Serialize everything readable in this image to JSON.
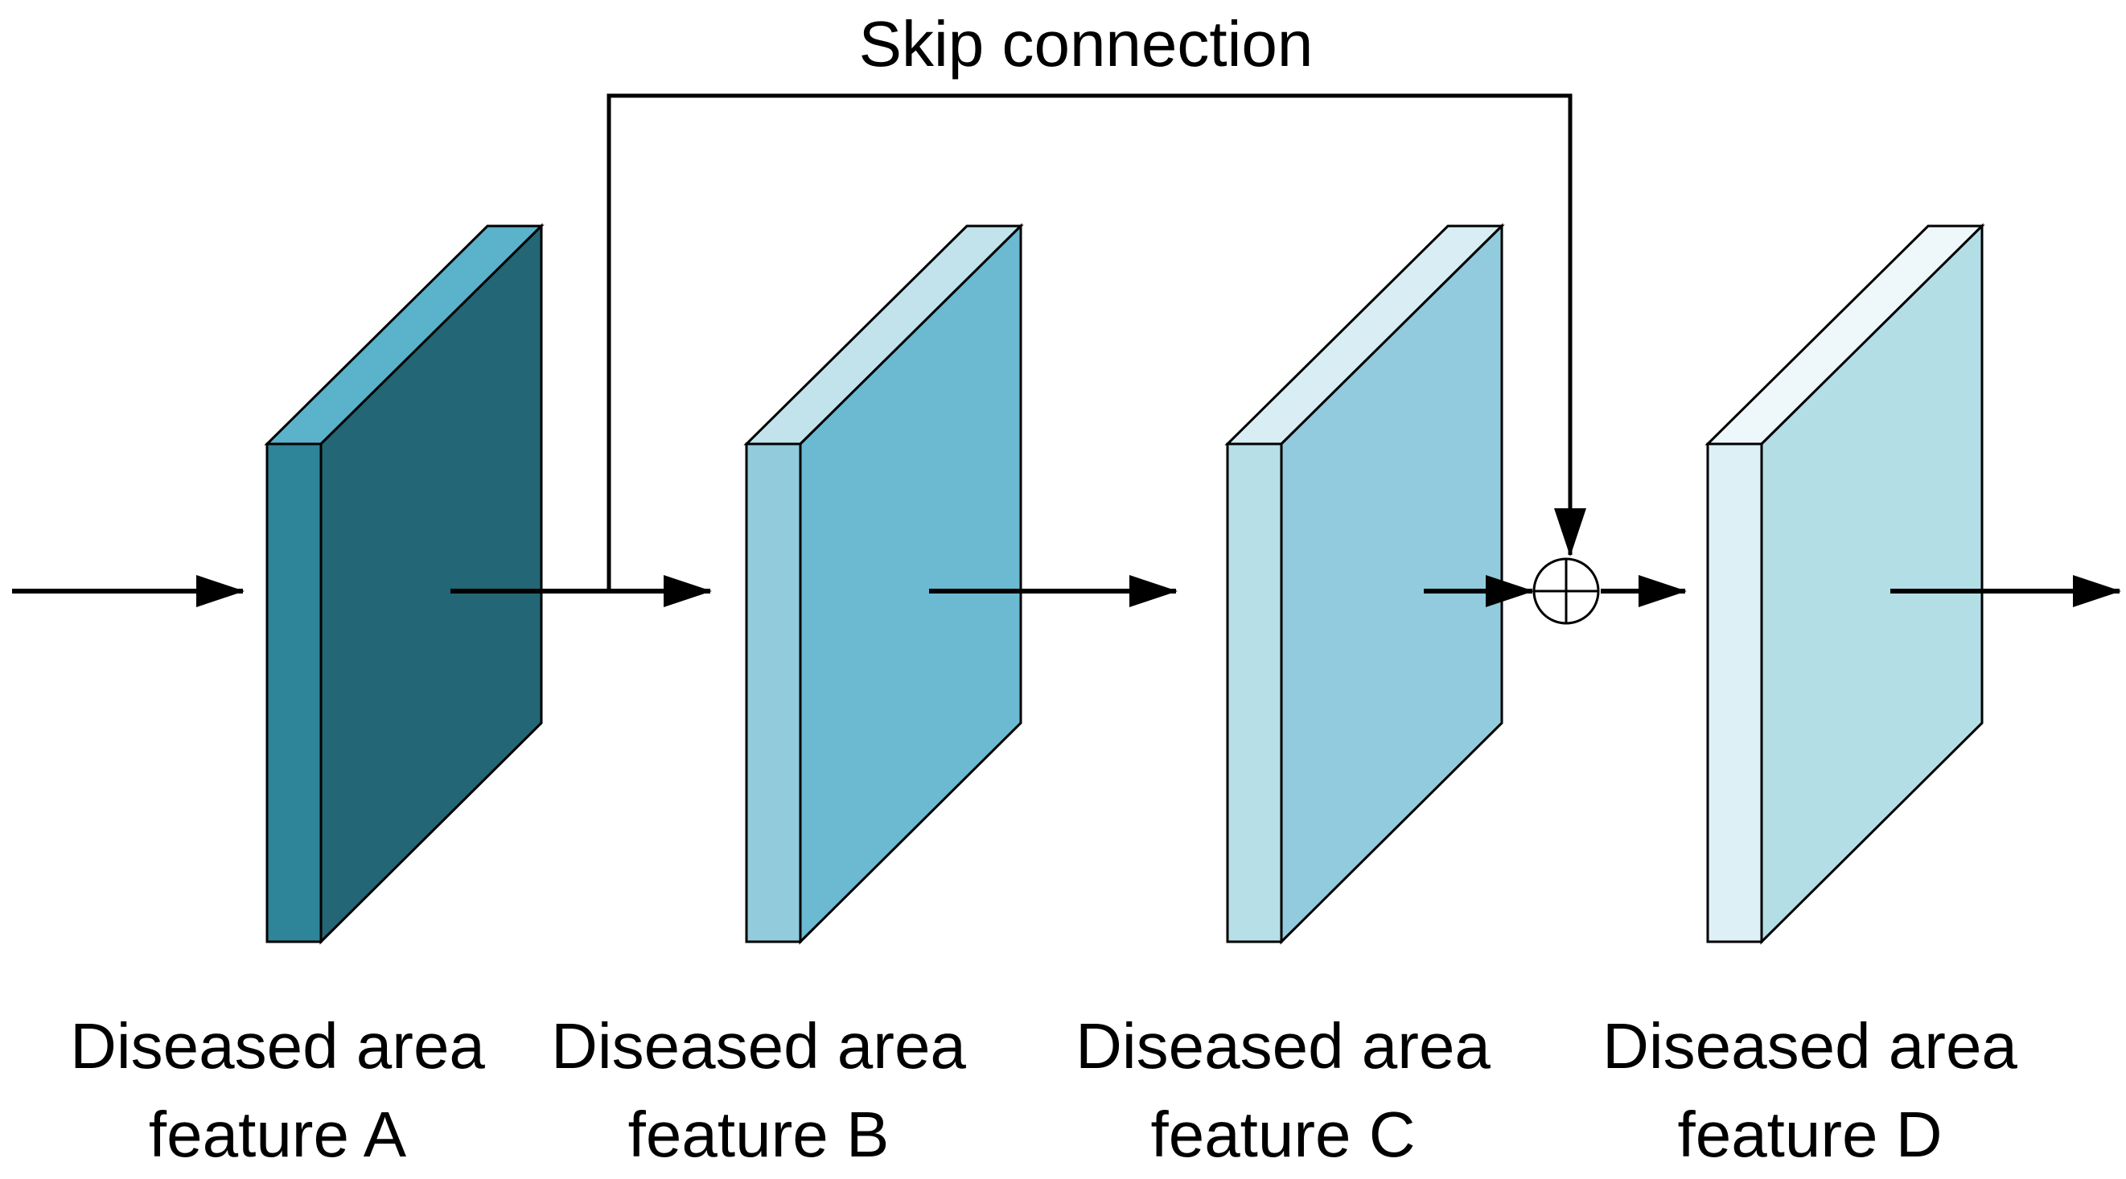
{
  "skip_connection": {
    "label": "Skip connection"
  },
  "layers": [
    {
      "line1": "Diseased area",
      "line2": "feature A",
      "colors": {
        "front": "#2e8599",
        "side": "#236675",
        "top": "#5ab2cb"
      }
    },
    {
      "line1": "Diseased area",
      "line2": "feature B",
      "colors": {
        "front": "#92cbdb",
        "side": "#6bbad2",
        "top": "#c2e3ec"
      }
    },
    {
      "line1": "Diseased area",
      "line2": "feature C",
      "colors": {
        "front": "#b7dfe8",
        "side": "#92cbdd",
        "top": "#d9eef4"
      }
    },
    {
      "line1": "Diseased area",
      "line2": "feature D",
      "colors": {
        "front": "#dcf0f6",
        "side": "#b4dee6",
        "top": "#eef8fb"
      }
    }
  ],
  "symbols": {
    "add_node": "circled-plus-icon"
  }
}
